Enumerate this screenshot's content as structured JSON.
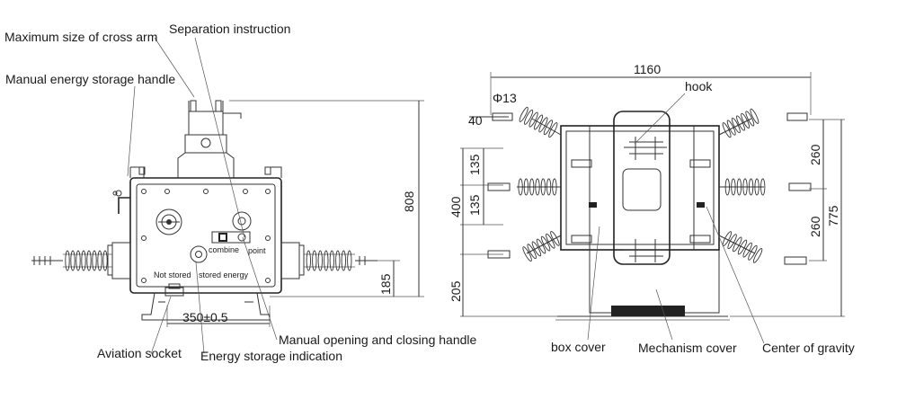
{
  "colors": {
    "line": "#333333",
    "text": "#1a1a1a",
    "background": "#ffffff",
    "marker": "#222222"
  },
  "labels": {
    "max_cross_arm": "Maximum size of cross arm",
    "separation_instruction": "Separation instruction",
    "manual_storage_handle": "Manual energy storage handle",
    "combine": "combine",
    "point": "point",
    "not_stored": "Not stored",
    "stored_energy": "stored energy",
    "aviation_socket": "Aviation socket",
    "energy_storage_indication": "Energy storage indication",
    "manual_open_close_handle": "Manual opening and closing handle",
    "hook": "hook",
    "box_cover": "box cover",
    "mechanism_cover": "Mechanism cover",
    "center_of_gravity": "Center of gravity"
  },
  "dimensions": {
    "width_1160": "1160",
    "phi13": "Φ13",
    "d40": "40",
    "d135_upper": "135",
    "d135_lower": "135",
    "d400": "400",
    "d205": "205",
    "d260_upper": "260",
    "d260_lower": "260",
    "d775": "775",
    "d808": "808",
    "d185": "185",
    "d350": "350±0.5"
  }
}
